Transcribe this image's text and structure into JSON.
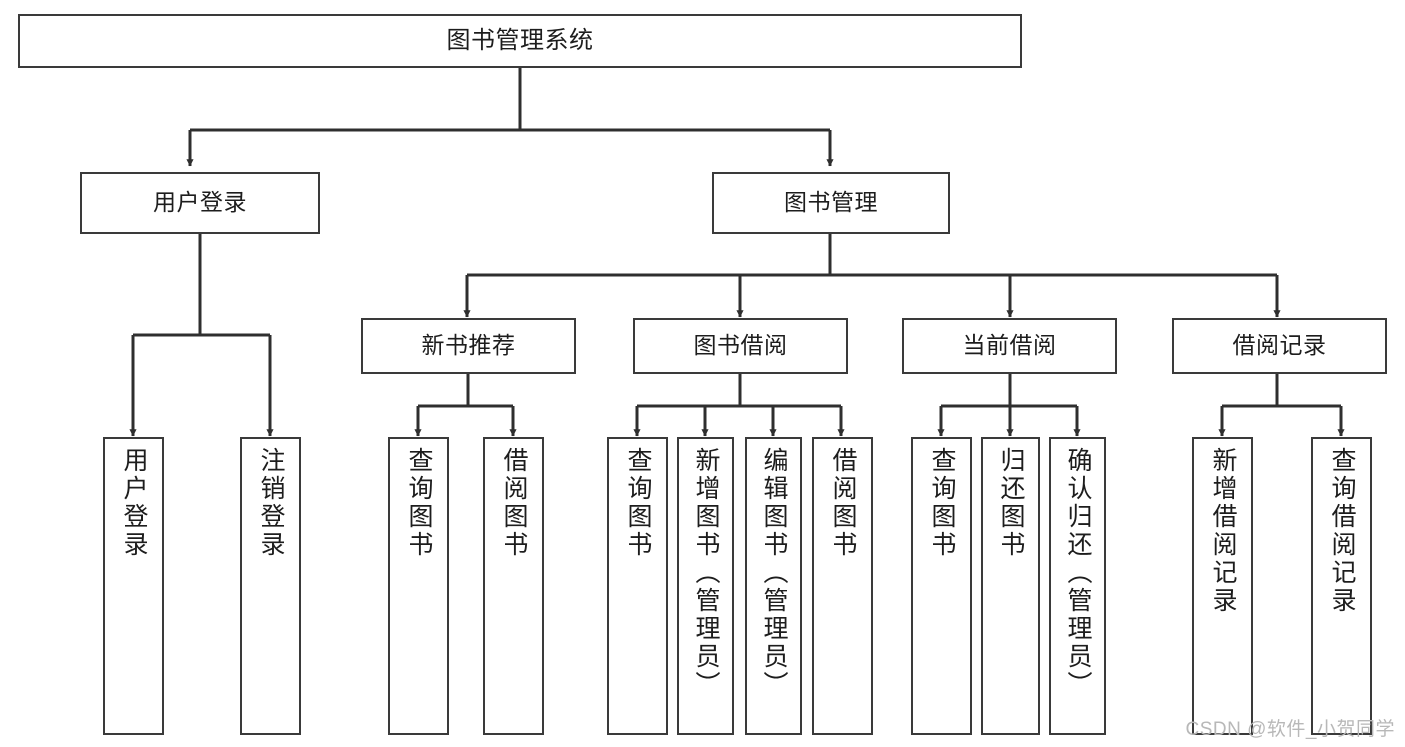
{
  "diagram": {
    "title": "图书管理系统",
    "type": "tree",
    "watermark": "CSDN @软件_小贺同学",
    "colors": {
      "background": "#ffffff",
      "stroke": "#3a3a3a",
      "text": "#1d1d1d",
      "watermark": "#b8b8b8"
    },
    "root": {
      "label": "图书管理系统"
    },
    "level1": [
      {
        "label": "用户登录"
      },
      {
        "label": "图书管理"
      }
    ],
    "level2": [
      {
        "label": "新书推荐"
      },
      {
        "label": "图书借阅"
      },
      {
        "label": "当前借阅"
      },
      {
        "label": "借阅记录"
      }
    ],
    "leaves": {
      "user_login": [
        {
          "label": "用户登录"
        },
        {
          "label": "注销登录"
        }
      ],
      "new_book_recommend": [
        {
          "label": "查询图书"
        },
        {
          "label": "借阅图书"
        }
      ],
      "book_borrow": [
        {
          "label": "查询图书"
        },
        {
          "label": "新增图书（管理员）"
        },
        {
          "label": "编辑图书（管理员）"
        },
        {
          "label": "借阅图书"
        }
      ],
      "current_borrow": [
        {
          "label": "查询图书"
        },
        {
          "label": "归还图书"
        },
        {
          "label": "确认归还（管理员）"
        }
      ],
      "borrow_record": [
        {
          "label": "新增借阅记录"
        },
        {
          "label": "查询借阅记录"
        }
      ]
    }
  }
}
